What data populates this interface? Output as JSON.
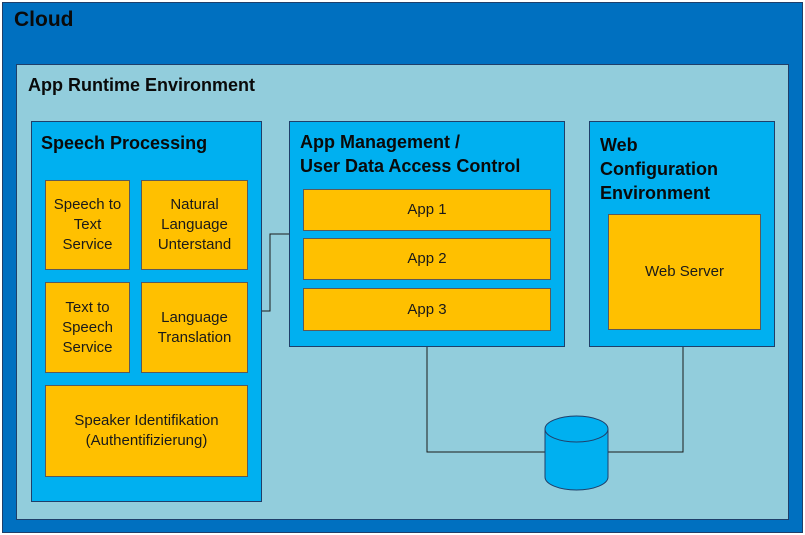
{
  "colors": {
    "cloud": "#0070c0",
    "runtime": "#92cddc",
    "module": "#00b0f0",
    "service_box": "#ffc000",
    "border": "#1f3f6a"
  },
  "cloud": {
    "title": "Cloud"
  },
  "runtime": {
    "title": "App Runtime Environment"
  },
  "speech": {
    "title": "Speech Processing",
    "services": [
      "Speech to\nText\nService",
      "Natural\nLanguage\nUnterstand",
      "Text to\nSpeech\nService",
      "Language\nTranslation",
      "Speaker Identifikation\n(Authentifizierung)"
    ]
  },
  "app_management": {
    "title": "App Management /\nUser Data Access Control",
    "apps": [
      "App 1",
      "App 2",
      "App 3"
    ]
  },
  "web_config": {
    "title": "Web\nConfiguration\nEnvironment",
    "server": "Web Server"
  },
  "database": {
    "icon": "database-cylinder-icon"
  }
}
